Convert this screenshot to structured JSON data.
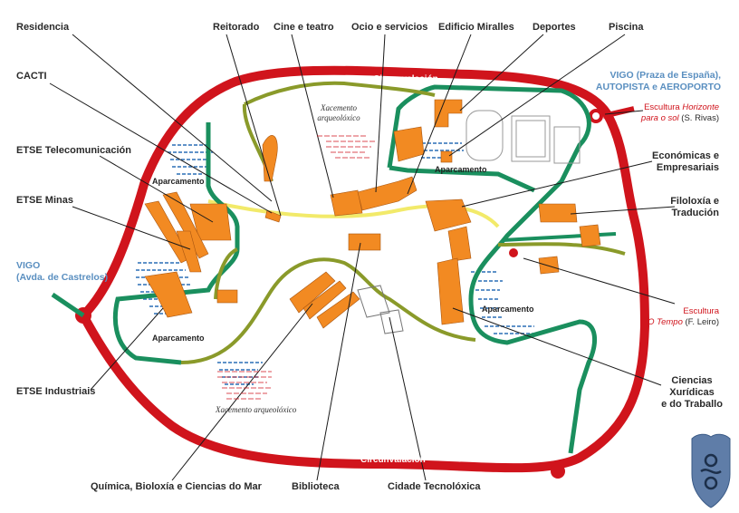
{
  "buildings": {
    "residencia": "Residencia",
    "reitorado": "Reitorado",
    "cine_teatro": "Cine e teatro",
    "ocio_servicios": "Ocio e servicios",
    "edificio_miralles": "Edificio Miralles",
    "deportes": "Deportes",
    "piscina": "Piscina",
    "cacti": "CACTI",
    "etse_telecomunicacion": "ETSE Telecomunicación",
    "etse_minas": "ETSE Minas",
    "etse_industriais": "ETSE Industriais",
    "economicas_line1": "Económicas e",
    "economicas_line2": "Empresariais",
    "filoloxia_line1": "Filoloxía e",
    "filoloxia_line2": "Tradución",
    "ciencias_line1": "Ciencias",
    "ciencias_line2": "Xurídicas",
    "ciencias_line3": "e do Traballo",
    "quimica": "Química, Bioloxía e Ciencias do Mar",
    "biblioteca": "Biblioteca",
    "cidade_tecnoloxica": "Cidade Tecnolóxica"
  },
  "destinations": {
    "vigo_east_line1": "VIGO (Praza de España),",
    "vigo_east_line2": "AUTOPISTA e AEROPORTO",
    "vigo_west_line1": "VIGO",
    "vigo_west_line2": "(Avda. de Castrelos)"
  },
  "sculptures": {
    "horizonte_prefix": "Escultura ",
    "horizonte_title_1": "Horizonte",
    "horizonte_title_2": "para o sol",
    "horizonte_author": " (S. Rivas)",
    "otempo_line1": "Escultura",
    "otempo_title": "O Tempo",
    "otempo_author": " (F. Leiro)"
  },
  "roads": {
    "ring_top": "Circunvalación",
    "ring_bottom": "Circunvalación"
  },
  "parking": {
    "label": "Aparcamento"
  },
  "archaeology": {
    "top_line1": "Xacemento",
    "top_line2": "arqueolóxico",
    "bottom": "Xacemento arqueolóxico"
  },
  "colors": {
    "ring_road": "#d0141c",
    "inner_road": "#1a8f5e",
    "secondary_road": "#8a9a2a",
    "buildings": "#f28a22",
    "parking": "#2a6fb5",
    "main_avenue": "#f2ea6a",
    "destination_text": "#5a8fc0",
    "sculpture_text": "#d0141c"
  },
  "icons": {
    "crest": "university-crest-icon"
  }
}
